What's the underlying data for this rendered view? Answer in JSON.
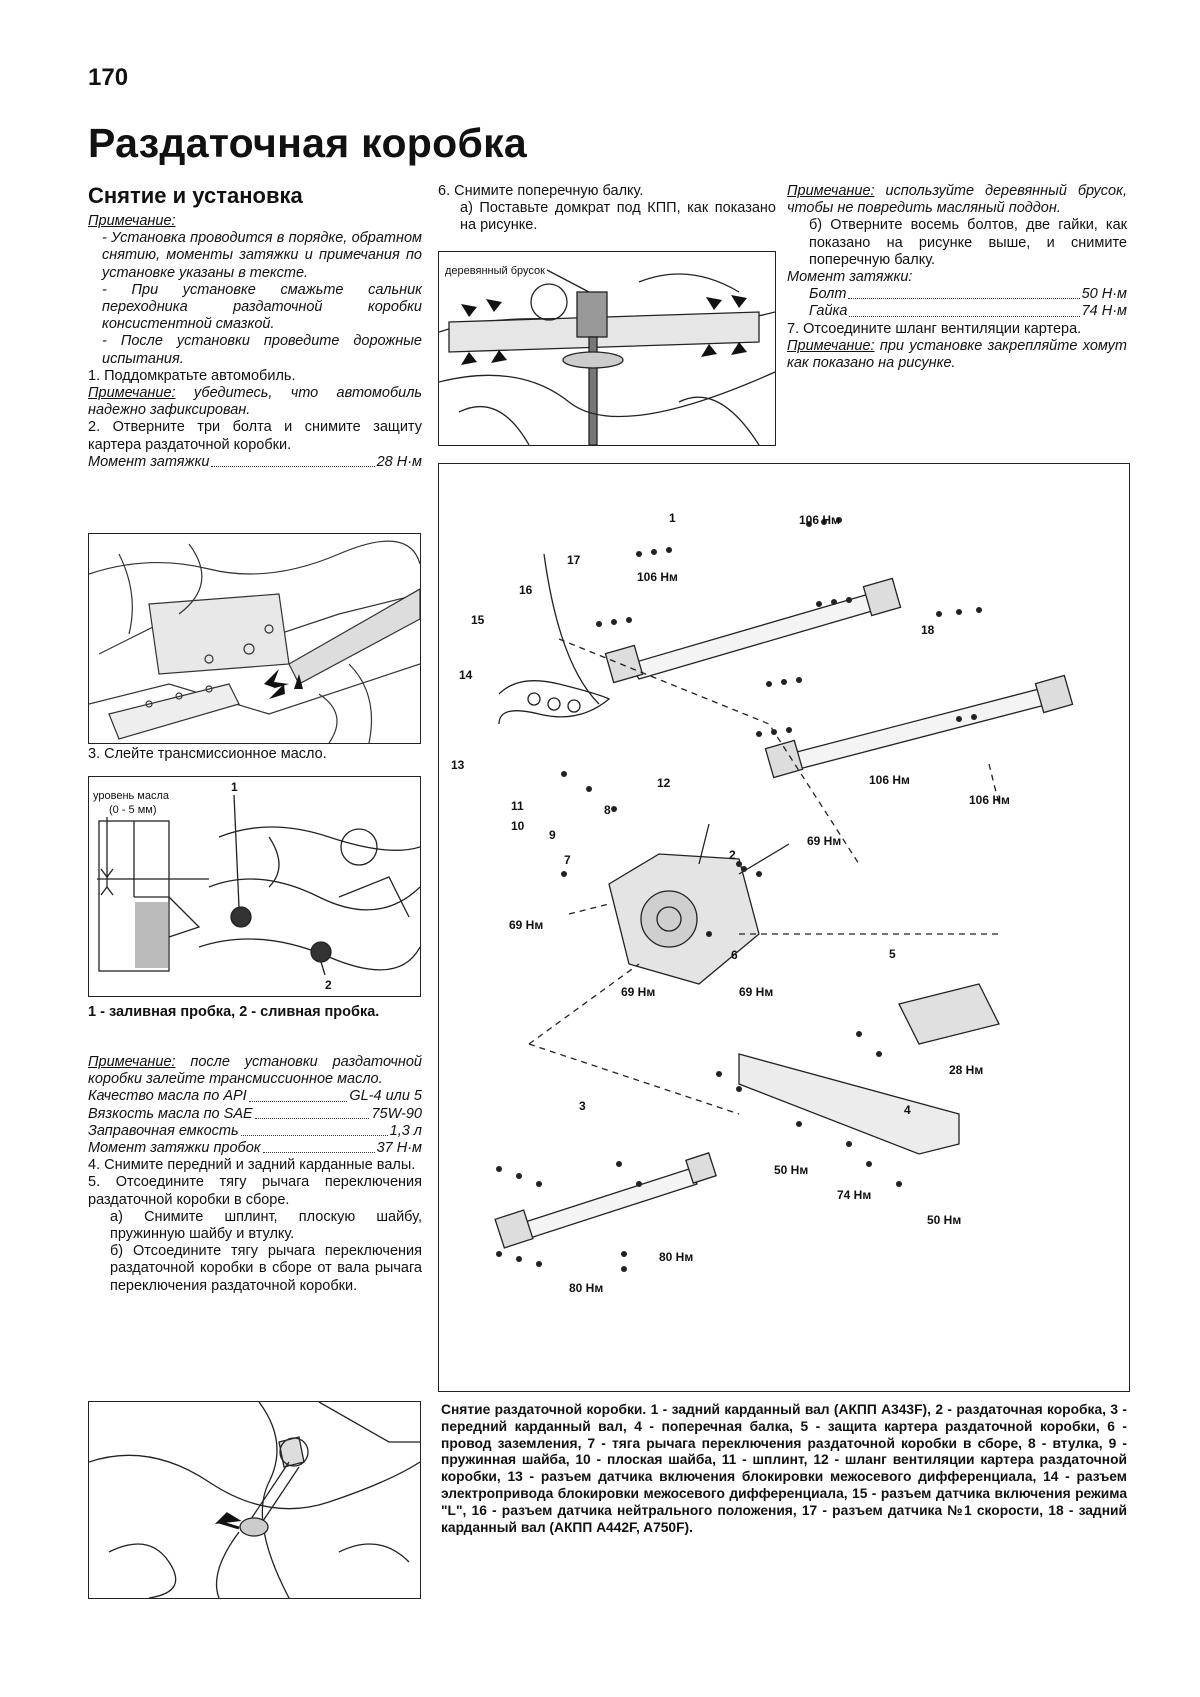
{
  "page_number": "170",
  "title": "Раздаточная коробка",
  "section": "Снятие и установка",
  "left_column": {
    "note_label": "Примечание:",
    "note_items": [
      "- Установка проводится в порядке, обратном снятию, моменты затяжки и примечания по установке указаны в тексте.",
      "- При установке смажьте сальник переходника раздаточной коробки консистентной смазкой.",
      "- После установки проведите дорожные испытания."
    ],
    "step1": "1. Поддомкратьте автомобиль.",
    "step1_note_label": "Примечание:",
    "step1_note": "убедитесь, что автомобиль надежно зафиксирован.",
    "step2": "2. Отверните три болта и снимите защиту картера раздаточной коробки.",
    "torque1_label": "Момент затяжки",
    "torque1_value": "28 Н·м",
    "step3": "3. Слейте трансмиссионное масло.",
    "fig2_level_label": "уровень масла",
    "fig2_level_range": "(0 - 5 мм)",
    "fig2_num1": "1",
    "fig2_num2": "2",
    "fig2_caption": "1 - заливная пробка, 2 - сливная пробка.",
    "oil_note_label": "Примечание:",
    "oil_note": "после установки раздаточной коробки залейте трансмиссионное масло.",
    "specs": [
      {
        "label": "Качество масла по API",
        "value": "GL-4 или 5"
      },
      {
        "label": "Вязкость масла по SAE",
        "value": "75W-90"
      },
      {
        "label": "Заправочная емкость",
        "value": "1,3 л"
      },
      {
        "label": "Момент затяжки пробок",
        "value": "37 Н·м"
      }
    ],
    "step4": "4. Снимите передний и задний карданные валы.",
    "step5": "5. Отсоедините тягу рычага переключения раздаточной коробки в сборе.",
    "step5a": "а) Снимите шплинт, плоскую шайбу, пружинную шайбу и втулку.",
    "step5b": "б) Отсоедините тягу рычага переключения раздаточной коробки в сборе от вала рычага переключения раздаточной коробки."
  },
  "middle_column": {
    "step6": "6. Снимите поперечную балку.",
    "step6a": "а) Поставьте домкрат под КПП, как показано на рисунке.",
    "fig_wood_label": "деревянный брусок"
  },
  "right_column": {
    "note1_label": "Примечание:",
    "note1": "используйте деревянный брусок, чтобы не повредить масляный поддон.",
    "step6b": "б) Отверните восемь болтов, две гайки, как показано на рисунке выше, и снимите поперечную балку.",
    "torque_label": "Момент затяжки:",
    "torques": [
      {
        "label": "Болт",
        "value": "50 Н·м"
      },
      {
        "label": "Гайка",
        "value": "74 Н·м"
      }
    ],
    "step7": "7. Отсоедините шланг вентиляции картера.",
    "note2_label": "Примечание:",
    "note2": "при установке закрепляйте хомут как показано на рисунке."
  },
  "big_figure": {
    "labels": {
      "n1": "1",
      "n2": "2",
      "n3": "3",
      "n4": "4",
      "n5": "5",
      "n6": "6",
      "n7": "7",
      "n8": "8",
      "n9": "9",
      "n10": "10",
      "n11": "11",
      "n12": "12",
      "n13": "13",
      "n14": "14",
      "n15": "15",
      "n16": "16",
      "n17": "17",
      "n18": "18",
      "t106": "106 Нм",
      "t69": "69 Нм",
      "t28": "28 Нм",
      "t50": "50 Нм",
      "t74": "74 Нм",
      "t80": "80 Нм"
    },
    "caption": "Снятие раздаточной коробки. 1 - задний карданный вал (АКПП A343F), 2 - раздаточная коробка, 3 - передний карданный вал, 4 - поперечная балка, 5 - защита картера раздаточной коробки, 6 - провод заземления, 7 - тяга рычага переключения раздаточной коробки в сборе, 8 - втулка, 9 - пружинная шайба, 10 - плоская шайба, 11 - шплинт, 12 - шланг вентиляции картера раздаточной коробки, 13 - разъем датчика включения блокировки межосевого дифференциала, 14 - разъем электропривода блокировки межосевого дифференциала, 15 - разъем датчика включения режима \"L\", 16 - разъем датчика нейтрального положения, 17 - разъем датчика №1 скорости, 18 - задний карданный вал (АКПП A442F, A750F)."
  }
}
